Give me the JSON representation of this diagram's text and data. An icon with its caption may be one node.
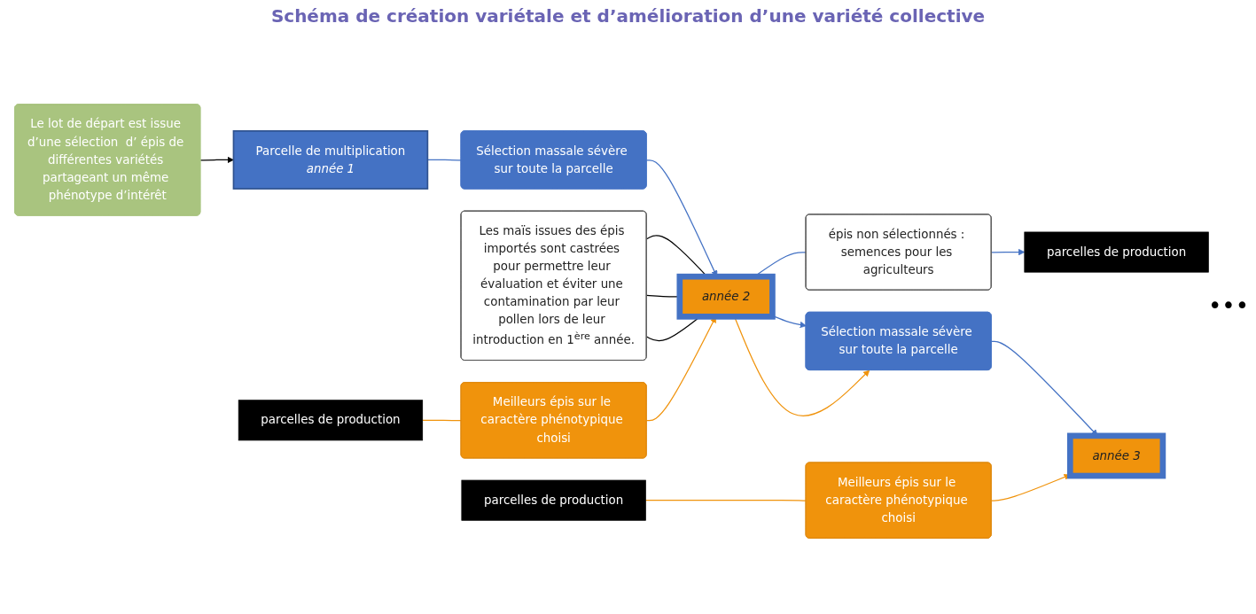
{
  "diagram": {
    "title": "Schéma de création variétale et d’amélioration d’une variété collective",
    "nodes": [
      {
        "text": [
          "Le lot de départ est issue d’une sélection  d’ épis de différentes variétés partageant un même phénotype d’intérêt"
        ]
      },
      {
        "text": [
          "Parcelle de multiplication",
          "année 1"
        ]
      },
      {
        "text": [
          "Sélection massale sévère sur toute la parcelle"
        ]
      },
      {
        "text": [
          "année 2"
        ]
      },
      {
        "text": [
          "Les maïs issues des épis importés sont castrées pour permettre leur évaluation et éviter une contamination par leur pollen lors de leur introduction en 1$^{ère}$ année."
        ]
      },
      {
        "text": [
          "épis non sélectionnés : semences pour les agriculteurs"
        ]
      },
      {
        "text": [
          "parcelles de production"
        ]
      },
      {
        "text": [
          "Sélection massale sévère sur toute la parcelle"
        ]
      },
      {
        "text": [
          "année 3"
        ]
      },
      {
        "text": [
          "Meilleurs épis sur le caractère phénotypique choisi"
        ]
      },
      {
        "text": [
          "Meilleurs épis sur le caractère phénotypique choisi"
        ]
      },
      {
        "text": [
          "parcelles de production"
        ]
      },
      {
        "text": [
          "parcelles de production"
        ]
      }
    ],
    "edges": [
      {
        "from": 0,
        "to": 1,
        "arrow": "to",
        "color": "#000000"
      },
      {
        "from": 1,
        "to": 2,
        "arrow": "none",
        "color": "#4472c4"
      },
      {
        "from": 2,
        "to": 3,
        "arrow": "to",
        "color": "#4472c4"
      },
      {
        "from": 4,
        "to": 3,
        "arrow": "none",
        "color": "#000000"
      },
      {
        "from": 4,
        "to": 3,
        "arrow": "none",
        "color": "#000000"
      },
      {
        "from": 4,
        "to": 3,
        "arrow": "none",
        "color": "#000000"
      },
      {
        "from": 3,
        "to": 5,
        "arrow": "none",
        "color": "#4472c4"
      },
      {
        "from": 5,
        "to": 6,
        "arrow": "to",
        "color": "#4472c4"
      },
      {
        "from": 3,
        "to": 7,
        "arrow": "to",
        "color": "#4472c4"
      },
      {
        "from": 3,
        "to": 7,
        "arrow": "to",
        "color": "#f0930c"
      },
      {
        "from": 7,
        "to": 8,
        "arrow": "to",
        "color": "#4472c4"
      },
      {
        "from": 11,
        "to": 9,
        "arrow": "none",
        "color": "#f0930c"
      },
      {
        "from": 9,
        "to": 3,
        "arrow": "to",
        "color": "#f0930c"
      },
      {
        "from": 12,
        "to": 10,
        "arrow": "none",
        "color": "#f0930c"
      },
      {
        "from": 10,
        "to": 8,
        "arrow": "to",
        "color": "#f0930c"
      }
    ],
    "labels": [
      "•••"
    ]
  }
}
